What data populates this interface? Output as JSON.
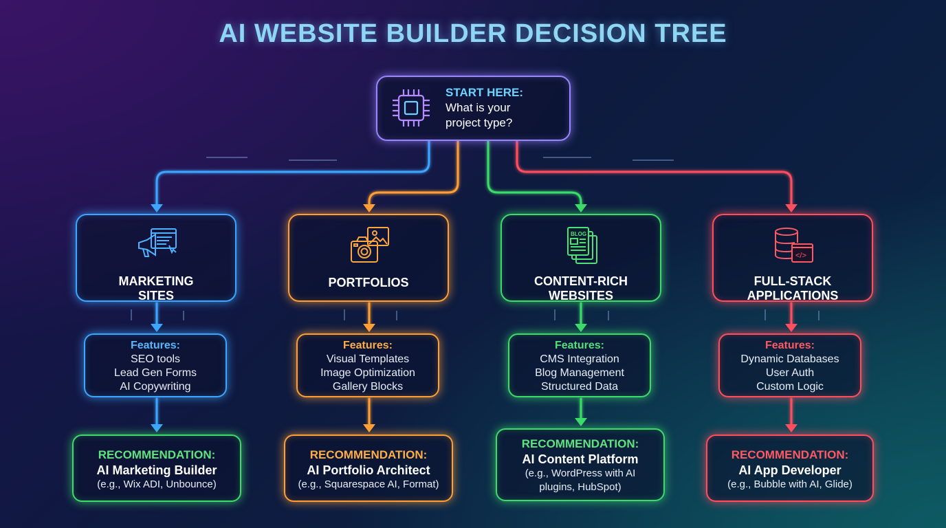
{
  "title": "AI WEBSITE BUILDER DECISION TREE",
  "colors": {
    "blue": "#3da6ff",
    "orange": "#ff9f35",
    "green": "#3ddc6a",
    "red": "#ff4f5e",
    "start": "#9a86ff",
    "title": "#8fd6f5"
  },
  "start": {
    "icon": "cpu-chip-icon",
    "label": "START HERE:",
    "line1": "What is your",
    "line2": "project type?"
  },
  "branches": [
    {
      "icon": "megaphone-webpage-icon",
      "category": "MARKETING\nSITES",
      "features_heading": "Features:",
      "features": [
        "SEO tools",
        "Lead Gen Forms",
        "AI Copywriting"
      ],
      "rec_heading": "RECOMMENDATION:",
      "rec_name": "AI Marketing Builder",
      "rec_examples": [
        "(e.g., Wix ADI, Unbounce)"
      ]
    },
    {
      "icon": "camera-image-icon",
      "category": "PORTFOLIOS",
      "features_heading": "Features:",
      "features": [
        "Visual Templates",
        "Image Optimization",
        "Gallery Blocks"
      ],
      "rec_heading": "RECOMMENDATION:",
      "rec_name": "AI Portfolio Architect",
      "rec_examples": [
        "(e.g., Squarespace AI, Format)"
      ]
    },
    {
      "icon": "blog-documents-icon",
      "icon_text": "BLOG",
      "category": "CONTENT-RICH\nWEBSITES",
      "features_heading": "Features:",
      "features": [
        "CMS Integration",
        "Blog Management",
        "Structured Data"
      ],
      "rec_heading": "RECOMMENDATION:",
      "rec_name": "AI Content Platform",
      "rec_examples": [
        "(e.g., WordPress with AI",
        "plugins, HubSpot)"
      ]
    },
    {
      "icon": "database-code-icon",
      "icon_text": "</>",
      "category": "FULL-STACK\nAPPLICATIONS",
      "features_heading": "Features:",
      "features": [
        "Dynamic Databases",
        "User Auth",
        "Custom Logic"
      ],
      "rec_heading": "RECOMMENDATION:",
      "rec_name": "AI App Developer",
      "rec_examples": [
        "(e.g., Bubble with AI, Glide)"
      ]
    }
  ]
}
